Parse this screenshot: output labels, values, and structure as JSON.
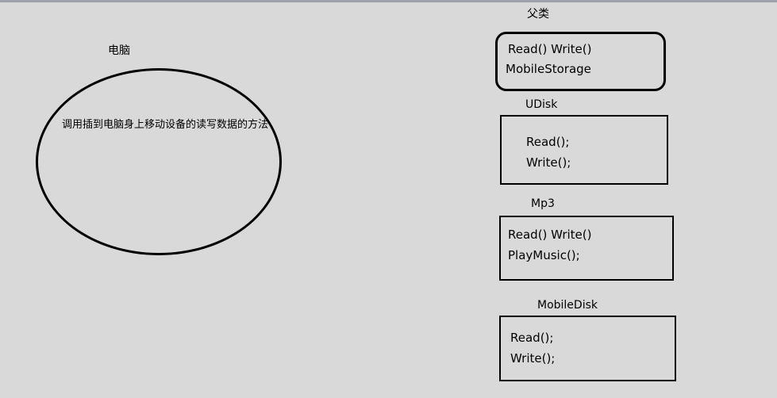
{
  "computer": {
    "title": "电脑",
    "description": "调用插到电脑身上移动设备的读写数据的方法"
  },
  "parent": {
    "heading": "父类",
    "lines": [
      "Read()  Write()",
      "MobileStorage"
    ]
  },
  "udisk": {
    "heading": "UDisk",
    "lines": [
      "Read();",
      "Write();"
    ]
  },
  "mp3": {
    "heading": "Mp3",
    "lines": [
      "Read() Write()",
      "PlayMusic();"
    ]
  },
  "mobiledisk": {
    "heading": "MobileDisk",
    "lines": [
      "Read();",
      "Write();"
    ]
  }
}
